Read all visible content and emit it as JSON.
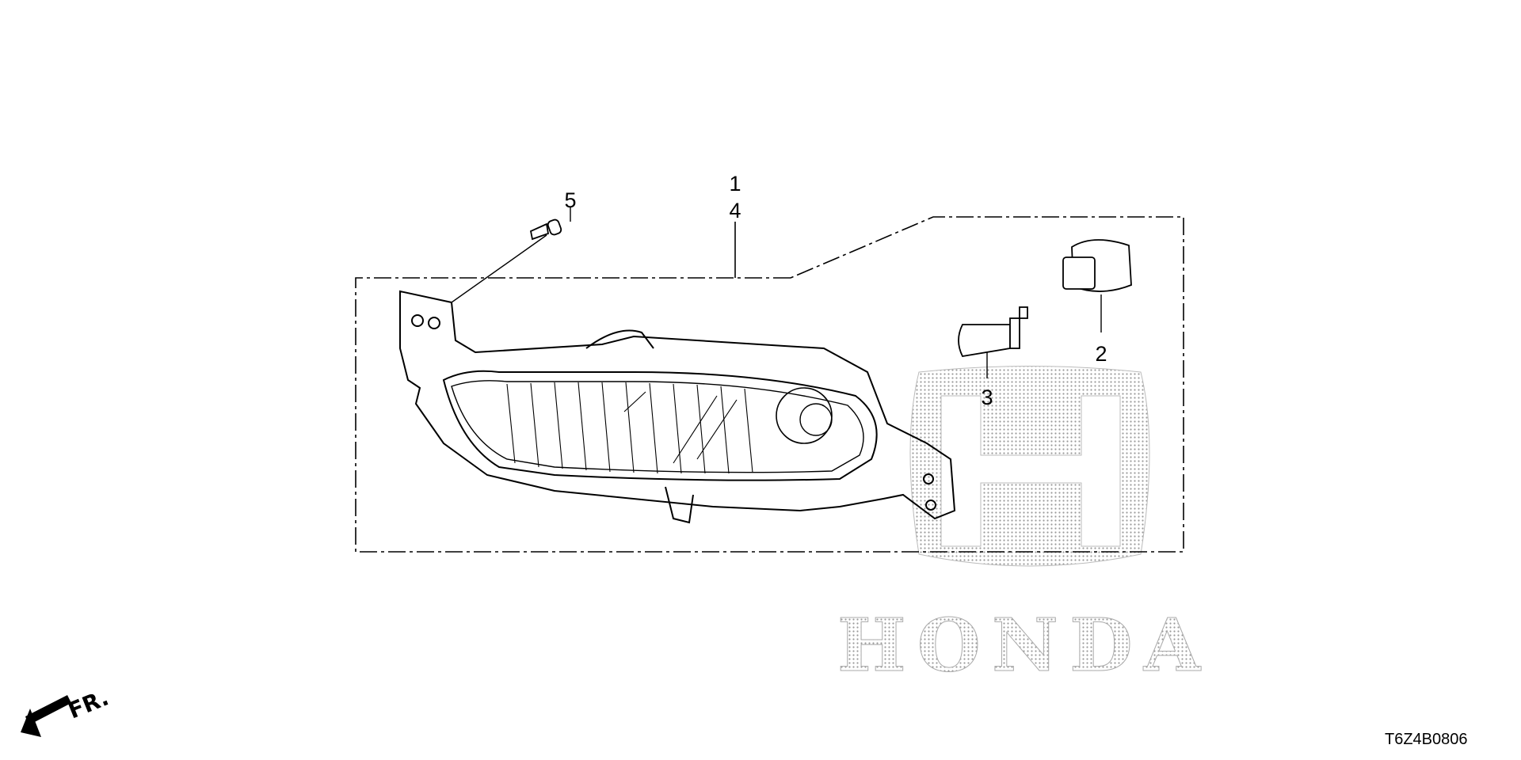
{
  "diagram": {
    "callouts": {
      "part_1": "1",
      "part_4": "4",
      "part_5": "5",
      "part_2": "2",
      "part_3": "3"
    },
    "direction_label": "FR.",
    "drawing_code": "T6Z4B0806",
    "watermark_text": "HONDA",
    "line_color": "#000000",
    "watermark_color": "#9a9a9a"
  }
}
